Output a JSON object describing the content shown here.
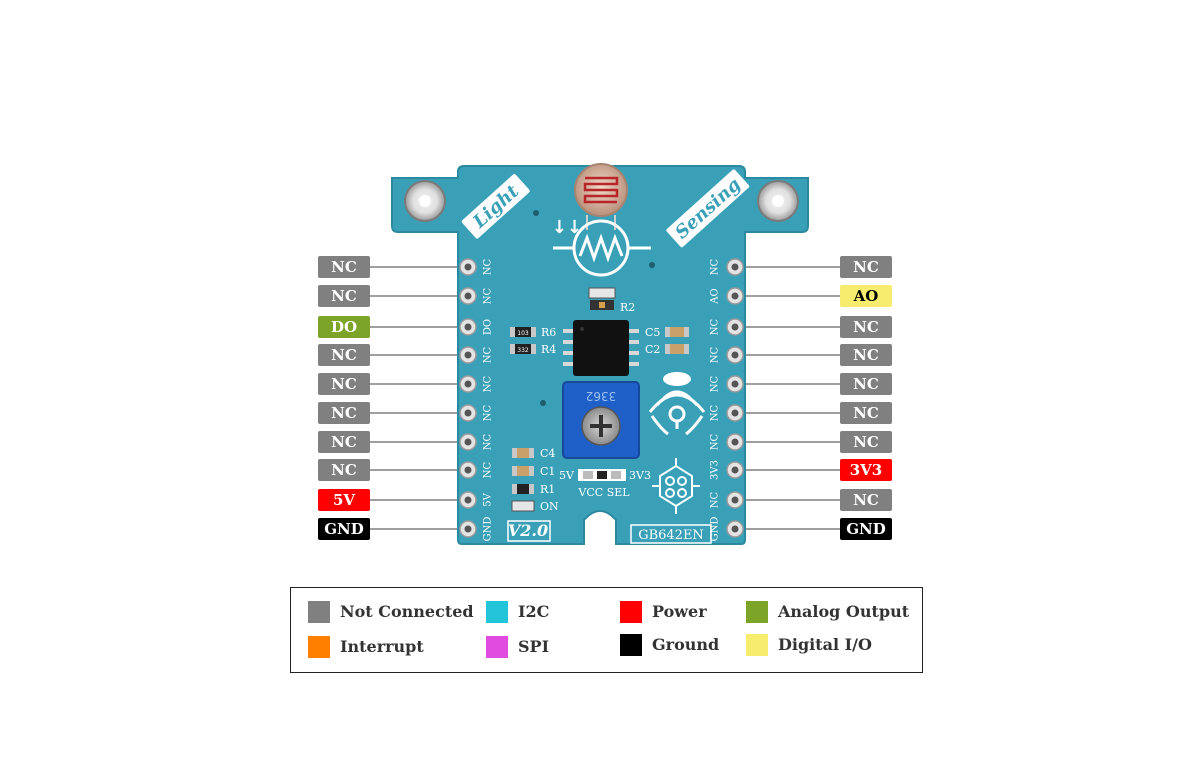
{
  "board": {
    "title_left": "Light",
    "title_right": "Sensing",
    "version": "V2.0",
    "part_number": "GB642EN",
    "pot_label": "3362",
    "vcc_sel_label": "VCC SEL",
    "vcc_5v": "5V",
    "vcc_3v3": "3V3",
    "arrow_glyph": "↓↓",
    "components": {
      "r2": "R2",
      "r6": "R6",
      "r4": "R4",
      "c5": "C5",
      "c2": "C2",
      "c4": "C4",
      "c1": "C1",
      "r1": "R1",
      "on": "ON",
      "chip_103": "103",
      "chip_332": "332"
    },
    "left_header_pins": [
      "NC",
      "NC",
      "DO",
      "NC",
      "NC",
      "NC",
      "NC",
      "NC",
      "5V",
      "GND"
    ],
    "right_header_pins": [
      "NC",
      "AO",
      "NC",
      "NC",
      "NC",
      "NC",
      "NC",
      "3V3",
      "NC",
      "GND"
    ]
  },
  "pins_left": [
    {
      "label": "NC",
      "type": "nc"
    },
    {
      "label": "NC",
      "type": "nc"
    },
    {
      "label": "DO",
      "type": "analog"
    },
    {
      "label": "NC",
      "type": "nc"
    },
    {
      "label": "NC",
      "type": "nc"
    },
    {
      "label": "NC",
      "type": "nc"
    },
    {
      "label": "NC",
      "type": "nc"
    },
    {
      "label": "NC",
      "type": "nc"
    },
    {
      "label": "5V",
      "type": "power"
    },
    {
      "label": "GND",
      "type": "ground"
    }
  ],
  "pins_right": [
    {
      "label": "NC",
      "type": "nc"
    },
    {
      "label": "AO",
      "type": "digital"
    },
    {
      "label": "NC",
      "type": "nc"
    },
    {
      "label": "NC",
      "type": "nc"
    },
    {
      "label": "NC",
      "type": "nc"
    },
    {
      "label": "NC",
      "type": "nc"
    },
    {
      "label": "NC",
      "type": "nc"
    },
    {
      "label": "3V3",
      "type": "power"
    },
    {
      "label": "NC",
      "type": "nc"
    },
    {
      "label": "GND",
      "type": "ground"
    }
  ],
  "pin_colors": {
    "nc": {
      "bg": "#808080",
      "fg": "#ffffff"
    },
    "interrupt": {
      "bg": "#ff8000",
      "fg": "#ffffff"
    },
    "i2c": {
      "bg": "#22c4d8",
      "fg": "#ffffff"
    },
    "spi": {
      "bg": "#e04ce0",
      "fg": "#ffffff"
    },
    "power": {
      "bg": "#ff0000",
      "fg": "#ffffff"
    },
    "ground": {
      "bg": "#000000",
      "fg": "#ffffff"
    },
    "analog": {
      "bg": "#7ba428",
      "fg": "#ffffff"
    },
    "digital": {
      "bg": "#f7ec6e",
      "fg": "#000000"
    }
  },
  "legend": {
    "items": [
      {
        "label": "Not Connected",
        "color": "#808080"
      },
      {
        "label": "I2C",
        "color": "#22c4d8"
      },
      {
        "label": "Power",
        "color": "#ff0000"
      },
      {
        "label": "Analog Output",
        "color": "#7ba428"
      },
      {
        "label": "Interrupt",
        "color": "#ff8000"
      },
      {
        "label": "SPI",
        "color": "#e04ce0"
      },
      {
        "label": "Ground",
        "color": "#000000"
      },
      {
        "label": "Digital I/O",
        "color": "#f7ec6e"
      }
    ]
  },
  "colors": {
    "pcb": "#3aa0b8",
    "pcb_dark": "#2b8aa0",
    "wire": "#808080"
  }
}
